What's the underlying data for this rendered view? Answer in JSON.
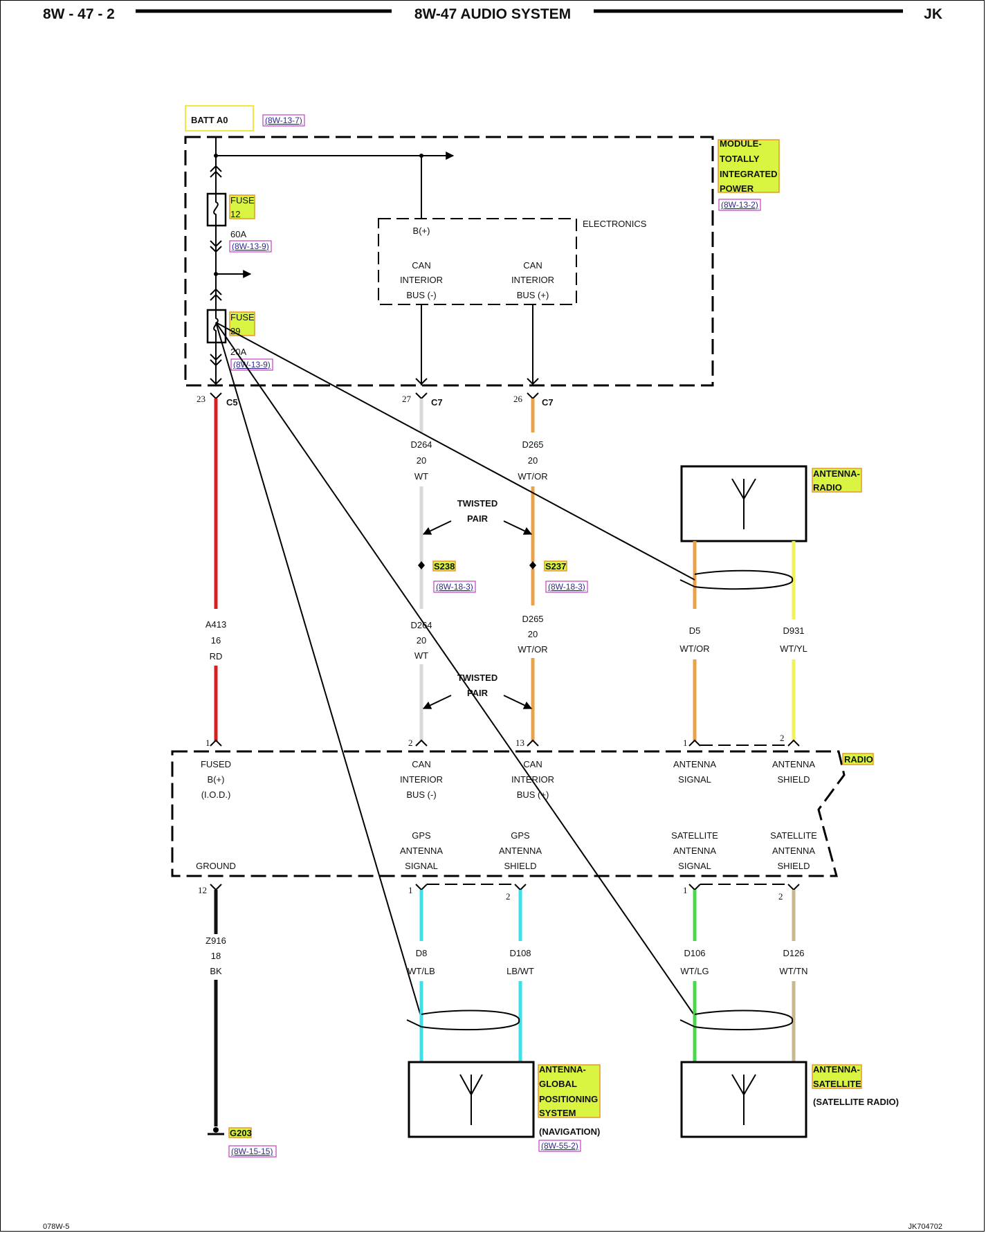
{
  "header": {
    "page_number": "8W - 47 - 2",
    "title": "8W-47 AUDIO SYSTEM",
    "model": "JK"
  },
  "footer": {
    "left_code": "078W-5",
    "right_code": "JK704702"
  },
  "batt": {
    "label": "BATT A0",
    "ref": "(8W-13-7)"
  },
  "tipm": {
    "label_lines": [
      "MODULE-",
      "TOTALLY",
      "INTEGRATED",
      "POWER"
    ],
    "ref": "(8W-13-2)",
    "fuse12": {
      "label_lines": [
        "FUSE",
        "12"
      ],
      "rating": "60A",
      "ref": "(8W-13-9)"
    },
    "fuse29": {
      "label_lines": [
        "FUSE",
        "29"
      ],
      "rating": "20A",
      "ref": "(8W-13-9)"
    },
    "electronics": {
      "label": "ELECTRONICS",
      "bplus": "B(+)",
      "can_minus": [
        "CAN",
        "INTERIOR",
        "BUS (-)"
      ],
      "can_plus": [
        "CAN",
        "INTERIOR",
        "BUS (+)"
      ]
    }
  },
  "connectors": {
    "c5": {
      "pin": "23",
      "name": "C5"
    },
    "c7a": {
      "pin": "27",
      "name": "C7"
    },
    "c7b": {
      "pin": "26",
      "name": "C7"
    }
  },
  "wires": {
    "d264_top": {
      "circuit": "D264",
      "gauge": "20",
      "color": "WT",
      "hex": "#d8d8d8"
    },
    "d265_top": {
      "circuit": "D265",
      "gauge": "20",
      "color": "WT/OR",
      "hex": "#e8a24a"
    },
    "a413": {
      "circuit": "A413",
      "gauge": "16",
      "color": "RD",
      "hex": "#d42020"
    },
    "d264_bot": {
      "circuit": "D264",
      "gauge": "20",
      "color": "WT",
      "hex": "#d8d8d8"
    },
    "d265_bot": {
      "circuit": "D265",
      "gauge": "20",
      "color": "WT/OR",
      "hex": "#e8a24a"
    },
    "d5": {
      "circuit": "D5",
      "color": "WT/OR",
      "hex": "#e8a24a"
    },
    "d931": {
      "circuit": "D931",
      "color": "WT/YL",
      "hex": "#f2f25a"
    },
    "z916": {
      "circuit": "Z916",
      "gauge": "18",
      "color": "BK",
      "hex": "#111111"
    },
    "d8": {
      "circuit": "D8",
      "color": "WT/LB",
      "hex": "#3de0e8"
    },
    "d108": {
      "circuit": "D108",
      "color": "LB/WT",
      "hex": "#3de0e8"
    },
    "d106": {
      "circuit": "D106",
      "color": "WT/LG",
      "hex": "#4ad84a"
    },
    "d126": {
      "circuit": "D126",
      "color": "WT/TN",
      "hex": "#c8b890"
    }
  },
  "twisted_pair": {
    "line1": "TWISTED",
    "line2": "PAIR"
  },
  "splices": {
    "s238": {
      "name": "S238",
      "ref": "(8W-18-3)"
    },
    "s237": {
      "name": "S237",
      "ref": "(8W-18-3)"
    }
  },
  "antenna_radio": {
    "label_lines": [
      "ANTENNA-",
      "RADIO"
    ]
  },
  "radio": {
    "label": "RADIO",
    "pins_top": [
      {
        "pin": "1",
        "lines": [
          "FUSED",
          "B(+)",
          "(I.O.D.)"
        ]
      },
      {
        "pin": "2",
        "lines": [
          "CAN",
          "INTERIOR",
          "BUS (-)"
        ]
      },
      {
        "pin": "13",
        "lines": [
          "CAN",
          "INTERIOR",
          "BUS (+)"
        ]
      },
      {
        "pin": "1",
        "lines": [
          "ANTENNA",
          "SIGNAL"
        ]
      },
      {
        "pin": "2",
        "lines": [
          "ANTENNA",
          "SHIELD"
        ]
      }
    ],
    "pins_bottom": [
      {
        "pin": "12",
        "lines": [
          "GROUND"
        ]
      },
      {
        "pin": "1",
        "lines": [
          "GPS",
          "ANTENNA",
          "SIGNAL"
        ]
      },
      {
        "pin": "2",
        "lines": [
          "GPS",
          "ANTENNA",
          "SHIELD"
        ]
      },
      {
        "pin": "1",
        "lines": [
          "SATELLITE",
          "ANTENNA",
          "SIGNAL"
        ]
      },
      {
        "pin": "2",
        "lines": [
          "SATELLITE",
          "ANTENNA",
          "SHIELD"
        ]
      }
    ]
  },
  "ground": {
    "name": "G203",
    "ref": "(8W-15-15)"
  },
  "antenna_gps": {
    "label_lines": [
      "ANTENNA-",
      "GLOBAL",
      "POSITIONING",
      "SYSTEM"
    ],
    "sub": "(NAVIGATION)",
    "ref": "(8W-55-2)"
  },
  "antenna_sat": {
    "label_lines": [
      "ANTENNA-",
      "SATELLITE"
    ],
    "sub": "(SATELLITE RADIO)"
  }
}
